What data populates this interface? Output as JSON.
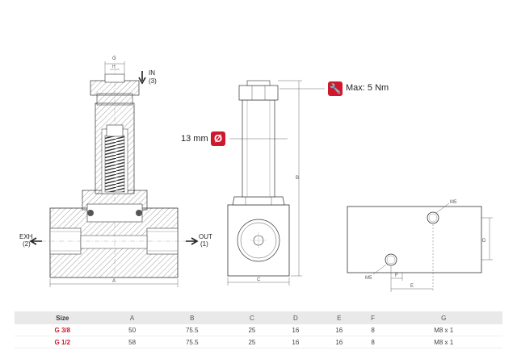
{
  "labels": {
    "g": "G",
    "h": "H",
    "in_line1": "IN",
    "in_line2": "(3)",
    "exh_line1": "EXH",
    "exh_line2": "(2)",
    "out_line1": "OUT",
    "out_line2": "(1)",
    "a": "A",
    "b": "B",
    "c": "C",
    "d": "D",
    "e": "E",
    "f": "F",
    "m5_top": "M5",
    "m5_bottom": "M5"
  },
  "callouts": {
    "torque_text": "Max: 5 Nm",
    "torque_icon": "wrench-icon",
    "diameter_text": "13 mm",
    "diameter_icon": "diameter-icon",
    "diameter_symbol": "Ø"
  },
  "colors": {
    "accent": "#d0172c",
    "header_bg": "#e9e9e9"
  },
  "table": {
    "headers": [
      "Size",
      "A",
      "B",
      "C",
      "D",
      "E",
      "F",
      "G"
    ],
    "rows": [
      [
        "G 3/8",
        "50",
        "75.5",
        "25",
        "16",
        "16",
        "8",
        "M8 x 1"
      ],
      [
        "G 1/2",
        "58",
        "75.5",
        "25",
        "16",
        "16",
        "8",
        "M8 x 1"
      ]
    ]
  }
}
